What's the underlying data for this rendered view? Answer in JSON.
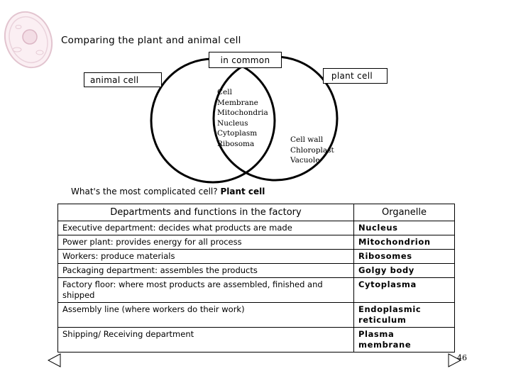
{
  "title": "Comparing the plant and animal cell",
  "venn": {
    "common_label": "in common",
    "animal_label": "animal cell",
    "plant_label": "plant cell",
    "common_items": [
      "Cell",
      "Membrane",
      "Mitochondria",
      "Nucleus",
      "Cytoplasm",
      "Ribosoma"
    ],
    "plant_items": [
      "Cell wall",
      "Chloroplast",
      "Vacuole"
    ]
  },
  "question": {
    "text": "What's the most complicated cell?",
    "answer": "Plant cell"
  },
  "table": {
    "headers": [
      "Departments and functions in the factory",
      "Organelle"
    ],
    "rows": [
      {
        "department": "Executive department: decides what products are made",
        "organelle": "Nucleus"
      },
      {
        "department": "Power plant: provides energy for all process",
        "organelle": "Mitochondrion"
      },
      {
        "department": "Workers: produce materials",
        "organelle": "Ribosomes"
      },
      {
        "department": "Packaging department: assembles the products",
        "organelle": "Golgy body"
      },
      {
        "department": "Factory floor: where most  products  are assembled, finished and shipped",
        "organelle": "Cytoplasma"
      },
      {
        "department": "Assembly line (where workers do their work)",
        "organelle": "Endoplasmic reticulum"
      },
      {
        "department": "Shipping/ Receiving department",
        "organelle": "Plasma membrane"
      }
    ]
  },
  "page_number": "46",
  "icons": {
    "watermark": "cell-illustration-icon",
    "prev": "triangle-left-icon",
    "next": "triangle-right-icon"
  }
}
